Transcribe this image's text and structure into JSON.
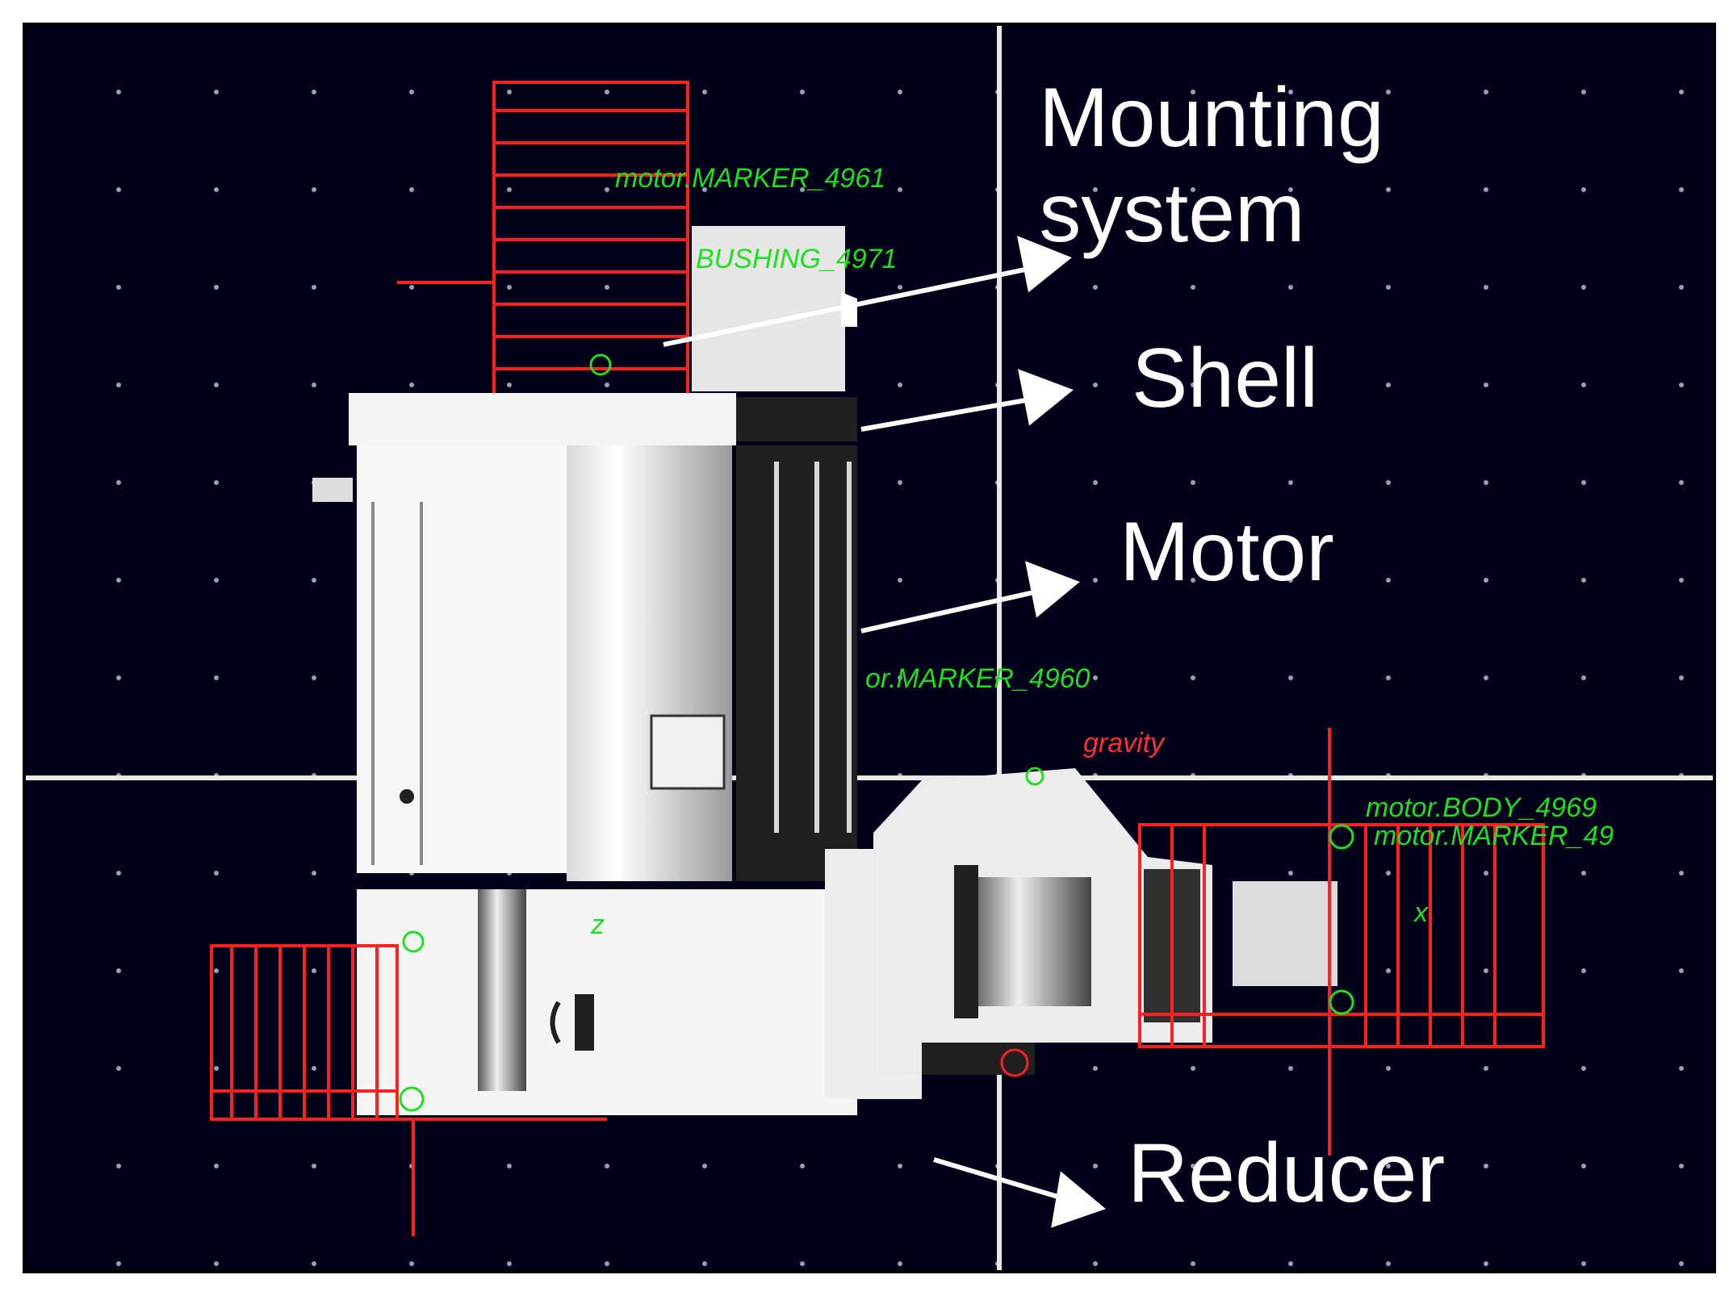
{
  "callouts": {
    "mounting_line1": "Mounting",
    "mounting_line2": "system",
    "shell": "Shell",
    "motor": "Motor",
    "reducer": "Reducer"
  },
  "markers": {
    "top": "motor.MARKER_4961",
    "bushing": "BUSHING_4971",
    "mid": "or.MARKER_4960",
    "gravity": "gravity",
    "right1": "motor.BODY_4969",
    "right2": "motor.MARKER_49",
    "triad_z": "z",
    "triad_x": "x"
  },
  "colors": {
    "background": "#00001a",
    "grid_dot": "#9aa0b0",
    "axis_line": "#e8e8e8",
    "constraint": "#ff2020",
    "marker_text": "#22dd22",
    "part_light": "#f4f4f4",
    "part_dark": "#202020"
  }
}
